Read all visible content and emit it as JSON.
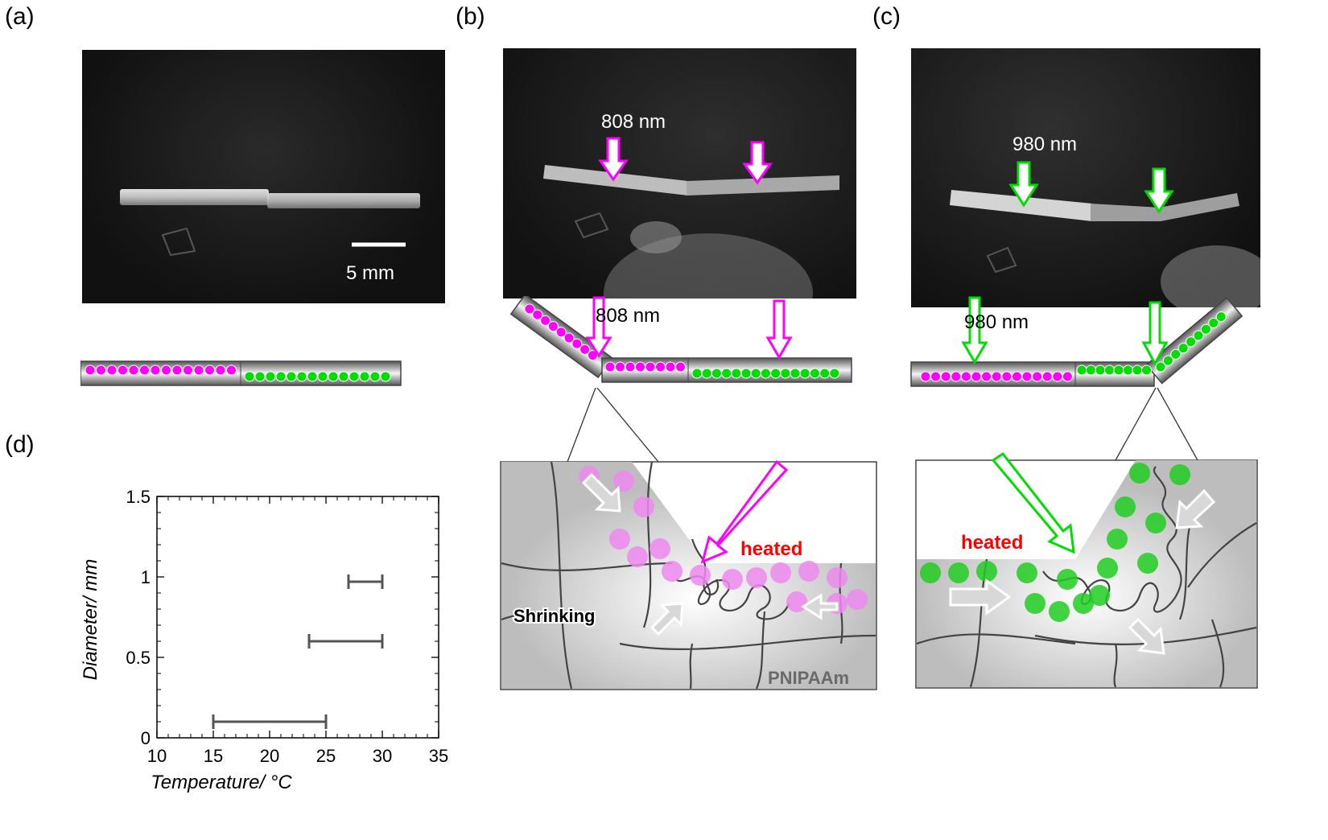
{
  "panels": {
    "a": {
      "label": "(a)",
      "scale_text": "5 mm"
    },
    "b": {
      "label": "(b)",
      "photo_wavelength": "808 nm",
      "schematic_wavelength": "808 nm",
      "zoom": {
        "heated": "heated",
        "shrinking": "Shrinking",
        "material": "PNIPAAm"
      }
    },
    "c": {
      "label": "(c)",
      "photo_wavelength": "980 nm",
      "schematic_wavelength": "980 nm",
      "zoom": {
        "heated": "heated"
      }
    },
    "d": {
      "label": "(d)"
    }
  },
  "colors": {
    "magenta": "#ff00ff",
    "green": "#00dd00",
    "heated_text": "#ff0000",
    "gel_gray": "#c8c8c8"
  },
  "chart_data": {
    "type": "scatter",
    "title": "",
    "xlabel": "Temperature/ °C",
    "ylabel": "Diameter/ mm",
    "xlim": [
      10,
      35
    ],
    "ylim": [
      0,
      1.5
    ],
    "x_ticks": [
      "10",
      "15",
      "20",
      "25",
      "30",
      "35"
    ],
    "y_ticks": [
      "0",
      "0.5",
      "1",
      "1.5"
    ],
    "grid": false,
    "intervals": [
      {
        "x_start": 15,
        "x_end": 25,
        "y": 0.1
      },
      {
        "x_start": 23.5,
        "x_end": 30,
        "y": 0.6
      },
      {
        "x_start": 27,
        "x_end": 30,
        "y": 0.97
      }
    ]
  }
}
